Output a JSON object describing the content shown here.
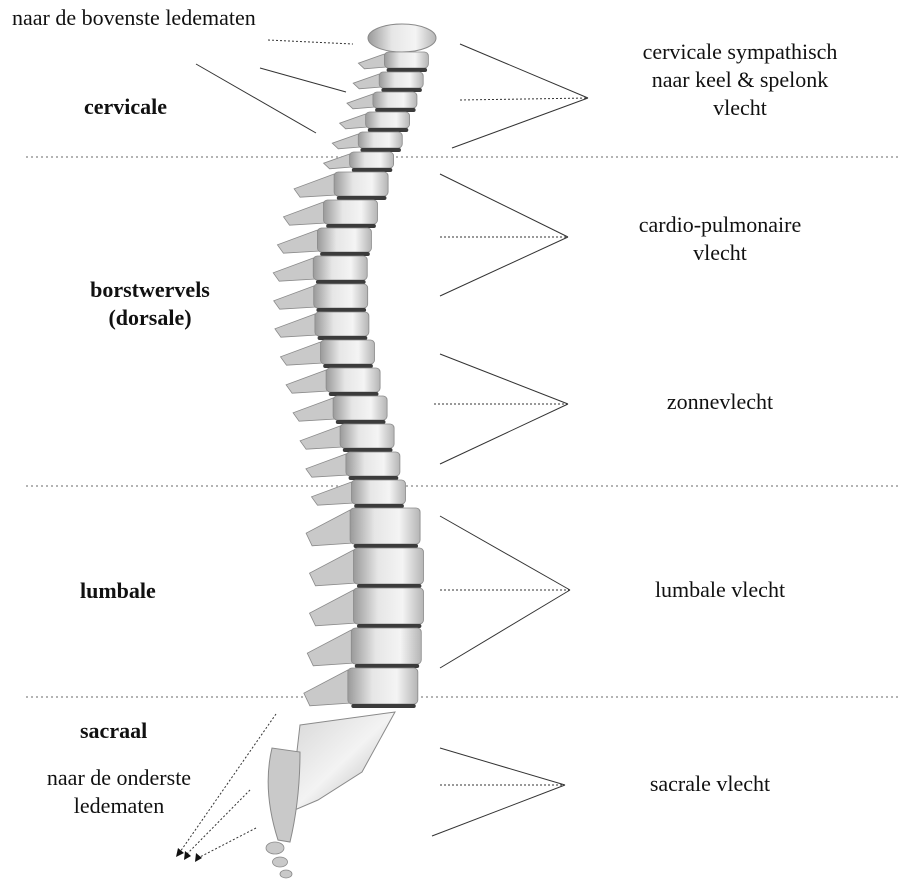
{
  "left_labels": {
    "upper_limbs": "naar de bovenste ledematen",
    "cervical": "cervicale",
    "thoracic_1": "borstwervels",
    "thoracic_2": "(dorsale)",
    "lumbar": "lumbale",
    "sacral": "sacraal",
    "lower_limbs_1": "naar de onderste",
    "lower_limbs_2": "ledematen"
  },
  "right_labels": {
    "cervical_plexus_1": "cervicale sympathisch",
    "cervical_plexus_2": "naar keel & spelonk",
    "cervical_plexus_3": "vlecht",
    "cardio_1": "cardio-pulmonaire",
    "cardio_2": "vlecht",
    "solar": "zonnevlecht",
    "lumbar_plexus": "lumbale vlecht",
    "sacral_plexus": "sacrale vlecht"
  },
  "colors": {
    "bone_light": "#efefef",
    "bone_mid": "#c9c9c9",
    "bone_dark": "#8a8a8a",
    "disc": "#3b3b3b",
    "line": "#333333"
  }
}
